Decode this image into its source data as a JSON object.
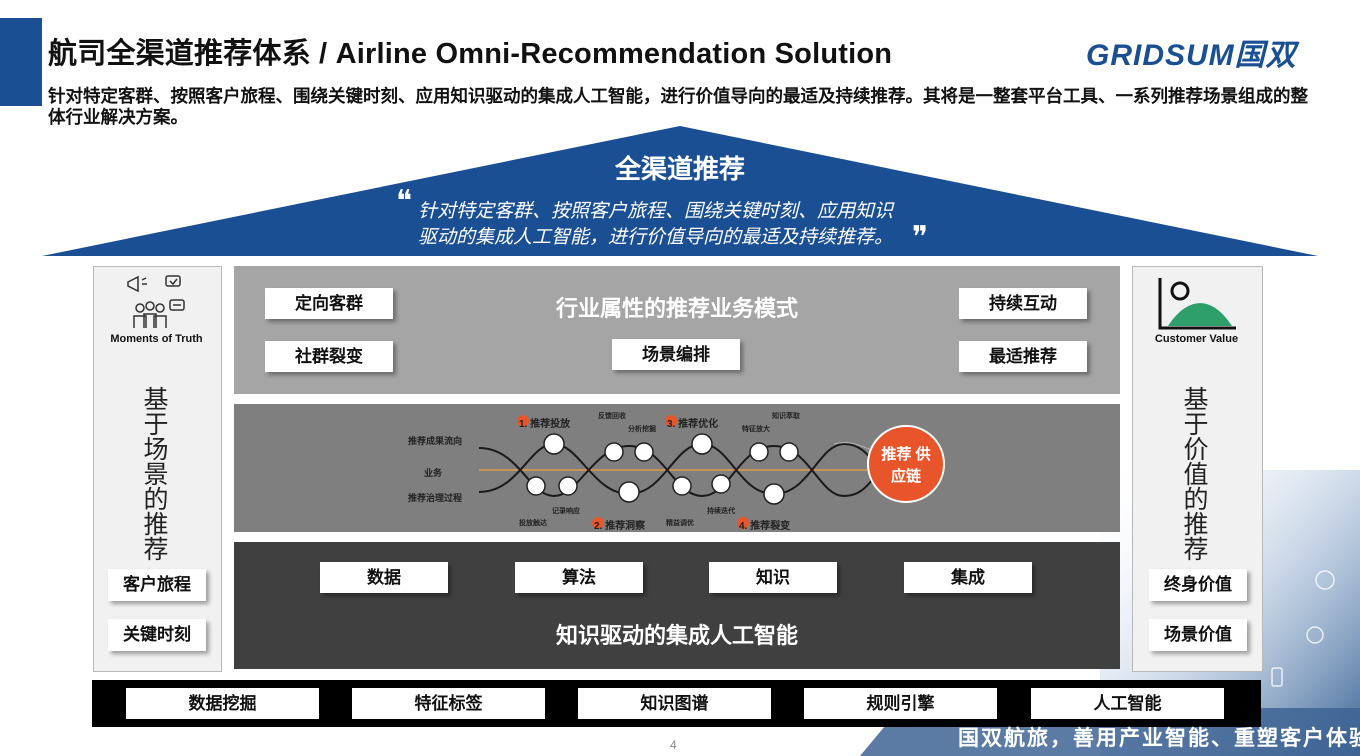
{
  "header": {
    "title": "航司全渠道推荐体系 / Airline Omni-Recommendation Solution",
    "logo": "GRIDSUM国双",
    "subtitle": "针对特定客群、按照客户旅程、围绕关键时刻、应用知识驱动的集成人工智能，进行价值导向的最适及持续推荐。其将是一整套平台工具、一系列推荐场景组成的整体行业解决方案。"
  },
  "roof": {
    "title": "全渠道推荐",
    "quote_line1": "针对特定客群、按照客户旅程、围绕关键时刻、应用知识",
    "quote_line2": "驱动的集成人工智能，进行价值导向的最适及持续推荐。",
    "open_mark": "❝",
    "close_mark": "❞"
  },
  "left_pillar": {
    "icon_label": "Moments of Truth",
    "vertical": [
      "基",
      "于",
      "场",
      "景",
      "的",
      "推",
      "荐"
    ],
    "items": [
      "客户旅程",
      "关键时刻"
    ]
  },
  "right_pillar": {
    "icon_label": "Customer Value",
    "vertical": [
      "基",
      "于",
      "价",
      "值",
      "的",
      "推",
      "荐"
    ],
    "items": [
      "终身价值",
      "场景价值"
    ]
  },
  "business": {
    "title": "行业属性的推荐业务模式",
    "left": [
      "定向客群",
      "社群裂变"
    ],
    "center": "场景编排",
    "right": [
      "持续互动",
      "最适推荐"
    ]
  },
  "chain": {
    "rows": [
      "推荐成果流向",
      "业务",
      "推荐治理过程"
    ],
    "steps": [
      "1. 推荐投放",
      "3. 推荐优化",
      "2. 推荐洞察",
      "4. 推荐裂变"
    ],
    "small": [
      "反馈回收",
      "分析挖掘",
      "知识萃取",
      "特征放大",
      "记录响应",
      "投放触达",
      "精益调优",
      "持续迭代"
    ],
    "badge": "推荐 供应链"
  },
  "ai": {
    "items": [
      "数据",
      "算法",
      "知识",
      "集成"
    ],
    "title": "知识驱动的集成人工智能"
  },
  "base": {
    "items": [
      "数据挖掘",
      "特征标签",
      "知识图谱",
      "规则引擎",
      "人工智能"
    ]
  },
  "footer": {
    "page": "4",
    "slogan": "国双航旅，善用产业智能、重塑客户体验!"
  },
  "colors": {
    "brand": "#1a4f93",
    "orange": "#e8552a",
    "gray_band": "#a5a5a5",
    "mid_band": "#7f7f7f",
    "dark_band": "#404040"
  }
}
